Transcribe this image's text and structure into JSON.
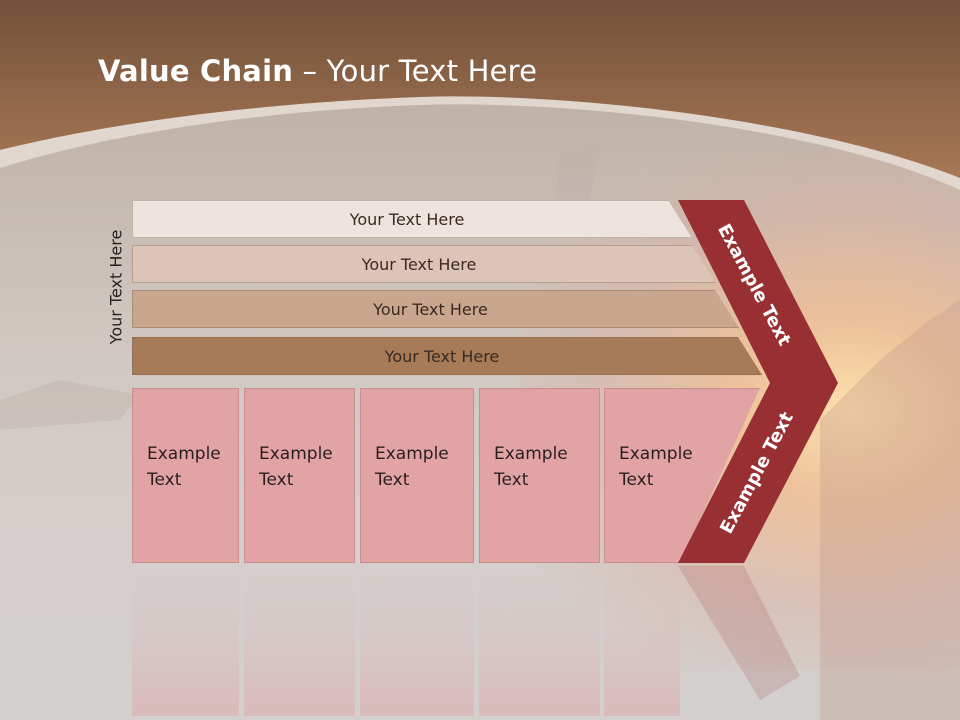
{
  "title": {
    "bold": "Value Chain",
    "rest": " – Your Text Here"
  },
  "side_label": "Your Text Here",
  "bars": [
    {
      "label": "Your Text Here",
      "color": "#ede4df"
    },
    {
      "label": "Your Text Here",
      "color": "#dcc4b6"
    },
    {
      "label": "Your Text Here",
      "color": "#c9a68e"
    },
    {
      "label": "Your Text Here",
      "color": "#a77a58"
    }
  ],
  "boxes": [
    {
      "line1": "Example",
      "line2": "Text"
    },
    {
      "line1": "Example",
      "line2": "Text"
    },
    {
      "line1": "Example",
      "line2": "Text"
    },
    {
      "line1": "Example",
      "line2": "Text"
    },
    {
      "line1": "Example",
      "line2": "Text"
    }
  ],
  "arrow": {
    "upper_text": "Example Text",
    "lower_text": "Example Text",
    "color": "#982f33"
  }
}
